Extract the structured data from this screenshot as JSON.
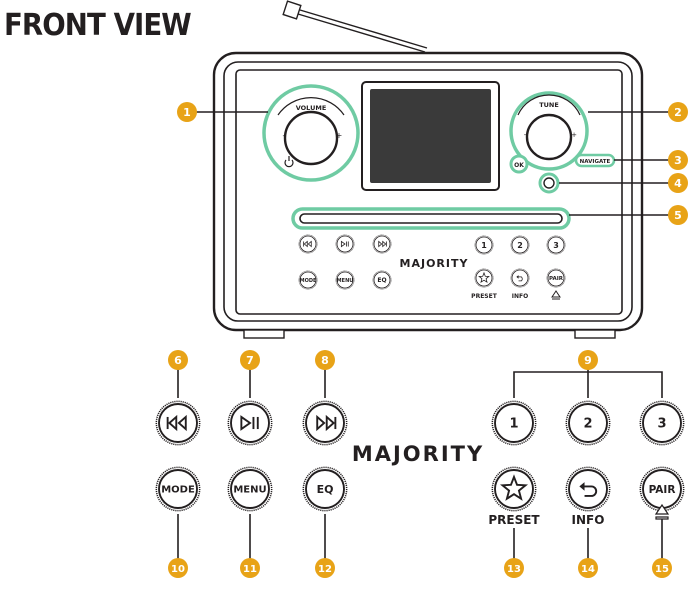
{
  "title": "FRONT VIEW",
  "brand": "MAJORITY",
  "colors": {
    "accent": "#6fcba3",
    "callout": "#e8a317",
    "outline": "#231f20",
    "button_fill": "#ffffff",
    "screen": "#3a3a3a"
  },
  "knobs": {
    "volume_label": "VOLUME",
    "tune_label": "TUNE",
    "minus": "-",
    "plus": "+",
    "ok": "OK",
    "navigate": "NAVIGATE"
  },
  "buttons": {
    "prev": {
      "icon": "skip-back-icon"
    },
    "play_pause": {
      "icon": "play-pause-icon"
    },
    "next": {
      "icon": "skip-forward-icon"
    },
    "mode": "MODE",
    "menu": "MENU",
    "eq": "EQ",
    "preset_1": "1",
    "preset_2": "2",
    "preset_3": "3",
    "preset_star": {
      "icon": "star-icon"
    },
    "info_back": {
      "icon": "back-arrow-icon"
    },
    "pair": "PAIR",
    "preset_caption": "PRESET",
    "info_caption": "INFO",
    "eject": {
      "icon": "eject-icon"
    }
  },
  "callouts": [
    "1",
    "2",
    "3",
    "4",
    "5",
    "6",
    "7",
    "8",
    "9",
    "10",
    "11",
    "12",
    "13",
    "14",
    "15"
  ]
}
